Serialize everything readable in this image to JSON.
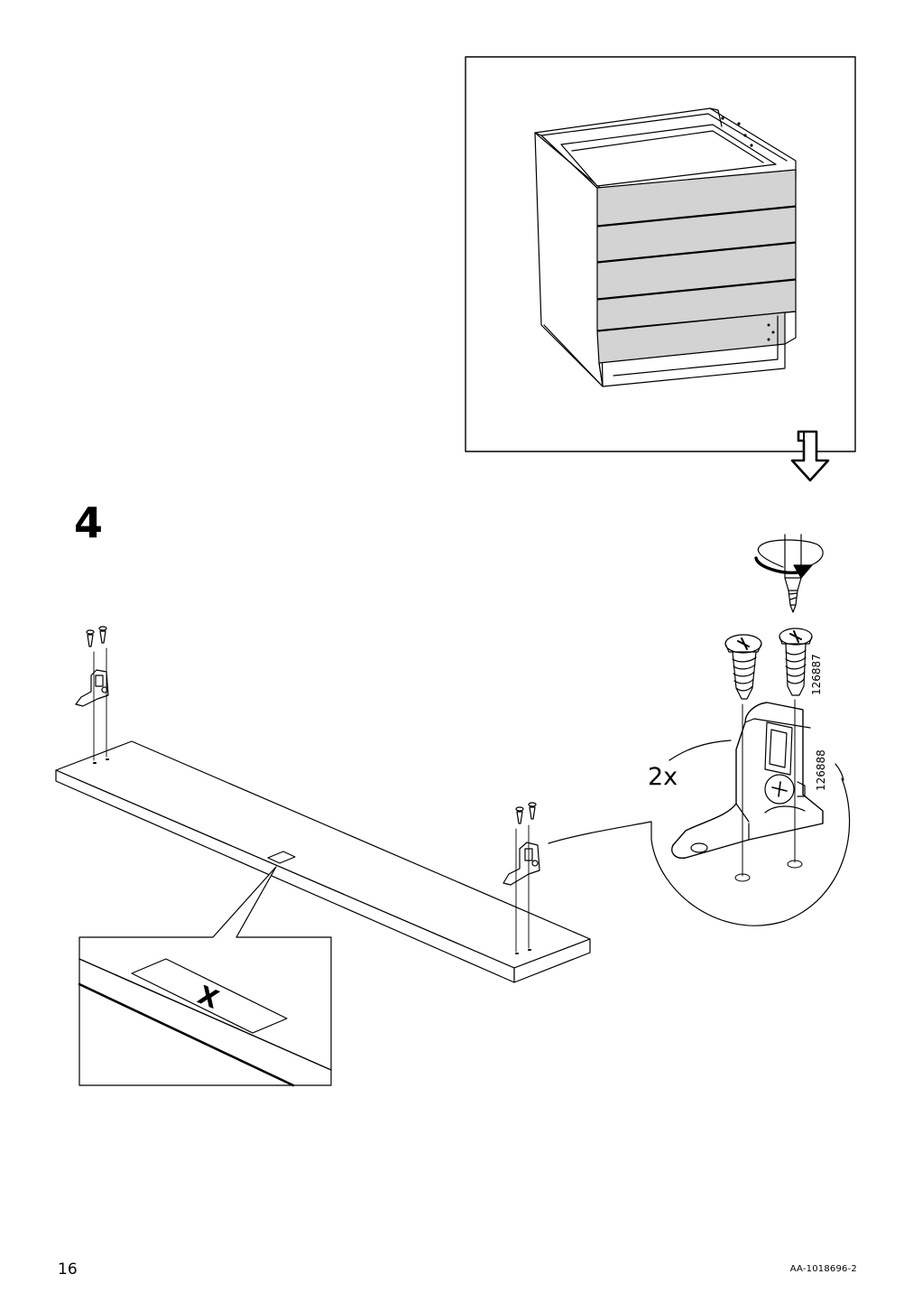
{
  "step": {
    "number": "4"
  },
  "footer": {
    "page_number": "16",
    "doc_code": "AA-1018696-2"
  },
  "callout": {
    "quantity": "2x",
    "mark": "X"
  },
  "parts": [
    {
      "number": "126887"
    },
    {
      "number": "126888"
    }
  ],
  "icons": {
    "cabinet": "kitchen-base-cabinet-drawers-icon",
    "down_arrow": "hollow-down-arrow-icon",
    "screwdriver": "rotating-screwdriver-icon",
    "screw": "screw-icon",
    "bracket": "plinth-bracket-icon",
    "plinth": "plinth-board-icon"
  }
}
